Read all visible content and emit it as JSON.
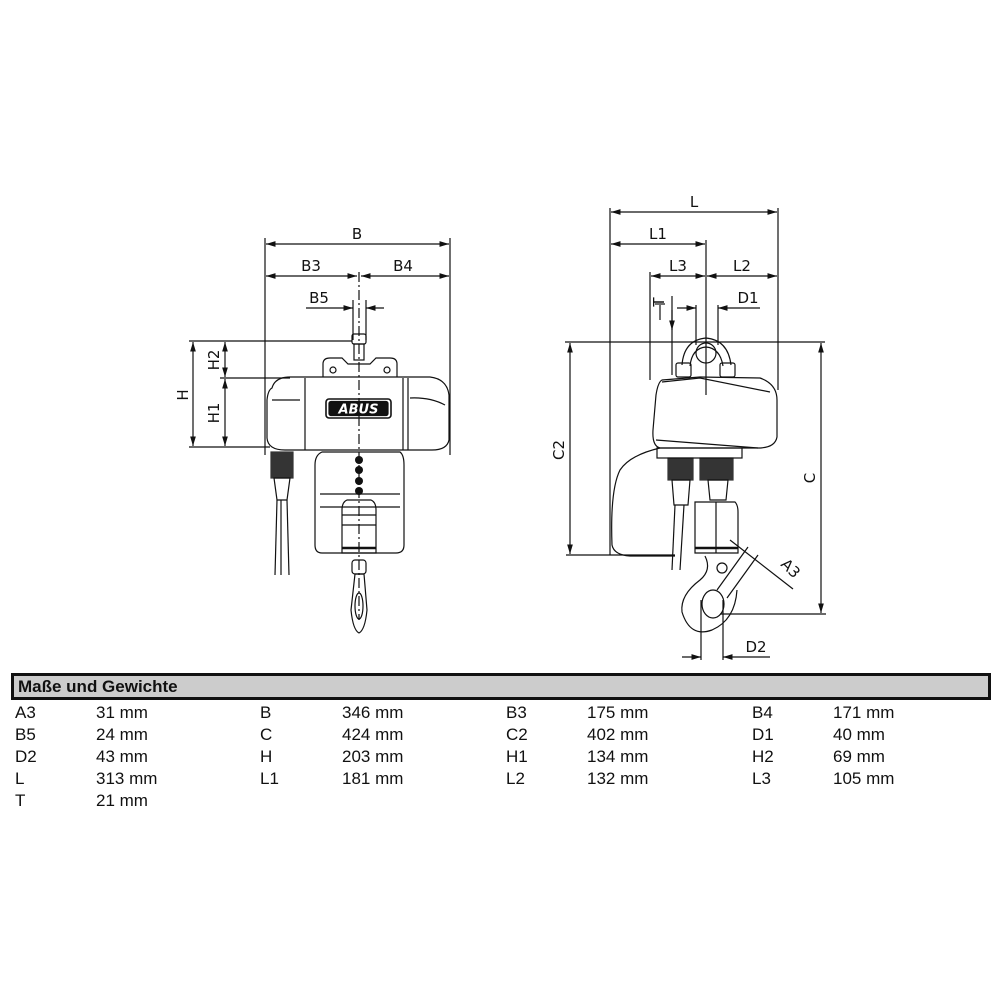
{
  "drawing": {
    "brand_logo": "ABUS",
    "front_view_labels": {
      "B": "B",
      "B3": "B3",
      "B4": "B4",
      "B5": "B5",
      "H": "H",
      "H1": "H1",
      "H2": "H2"
    },
    "side_view_labels": {
      "L": "L",
      "L1": "L1",
      "L2": "L2",
      "L3": "L3",
      "T": "T",
      "D1": "D1",
      "D2": "D2",
      "C": "C",
      "C2": "C2",
      "A3": "A3"
    }
  },
  "spec_table": {
    "title": "Maße und Gewichte",
    "rows": [
      [
        {
          "key": "A3",
          "value": "31 mm"
        },
        {
          "key": "B",
          "value": "346 mm"
        },
        {
          "key": "B3",
          "value": "175 mm"
        },
        {
          "key": "B4",
          "value": "171 mm"
        }
      ],
      [
        {
          "key": "B5",
          "value": "24 mm"
        },
        {
          "key": "C",
          "value": "424 mm"
        },
        {
          "key": "C2",
          "value": "402 mm"
        },
        {
          "key": "D1",
          "value": "40 mm"
        }
      ],
      [
        {
          "key": "D2",
          "value": "43 mm"
        },
        {
          "key": "H",
          "value": "203 mm"
        },
        {
          "key": "H1",
          "value": "134 mm"
        },
        {
          "key": "H2",
          "value": "69 mm"
        }
      ],
      [
        {
          "key": "L",
          "value": "313 mm"
        },
        {
          "key": "L1",
          "value": "181 mm"
        },
        {
          "key": "L2",
          "value": "132 mm"
        },
        {
          "key": "L3",
          "value": "105 mm"
        }
      ],
      [
        {
          "key": "T",
          "value": "21 mm"
        }
      ]
    ]
  }
}
